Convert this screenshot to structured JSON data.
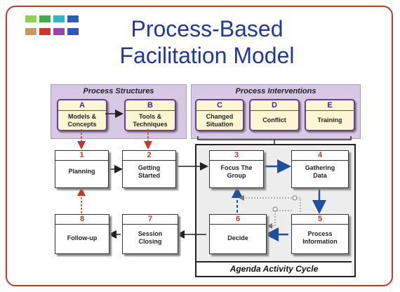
{
  "title_line1": "Process-Based",
  "title_line2": "Facilitation Model",
  "logo_colors": [
    "#8fd14f",
    "#3fae49",
    "#2fb7c9",
    "#2b5fb4",
    "#c99a5a",
    "#d1352a",
    "#a040b0",
    "#2b56c4"
  ],
  "structures": {
    "title": "Process Structures",
    "boxes": [
      {
        "letter": "A",
        "line1": "Models &",
        "line2": "Concepts"
      },
      {
        "letter": "B",
        "line1": "Tools &",
        "line2": "Techniques"
      }
    ]
  },
  "interventions": {
    "title": "Process Interventions",
    "boxes": [
      {
        "letter": "C",
        "line1": "Changed",
        "line2": "Situation"
      },
      {
        "letter": "D",
        "line1": "Conflict",
        "line2": ""
      },
      {
        "letter": "E",
        "line1": "Training",
        "line2": ""
      }
    ]
  },
  "steps": [
    {
      "num": "1",
      "line1": "Planning",
      "line2": ""
    },
    {
      "num": "2",
      "line1": "Getting",
      "line2": "Started"
    },
    {
      "num": "3",
      "line1": "Focus The",
      "line2": "Group"
    },
    {
      "num": "4",
      "line1": "Gathering",
      "line2": "Data"
    },
    {
      "num": "5",
      "line1": "Process",
      "line2": "Information"
    },
    {
      "num": "6",
      "line1": "Decide",
      "line2": ""
    },
    {
      "num": "7",
      "line1": "Session",
      "line2": "Closing"
    },
    {
      "num": "8",
      "line1": "Follow-up",
      "line2": ""
    }
  ],
  "cycle_label": "Agenda Activity Cycle",
  "colors": {
    "frame": "#c0392b",
    "title": "#1f3a93",
    "panel": "#d7c9e6",
    "ybox": "#fdf6d2",
    "flow_arrow": "#1f4fa0",
    "number": "#c0392b"
  }
}
